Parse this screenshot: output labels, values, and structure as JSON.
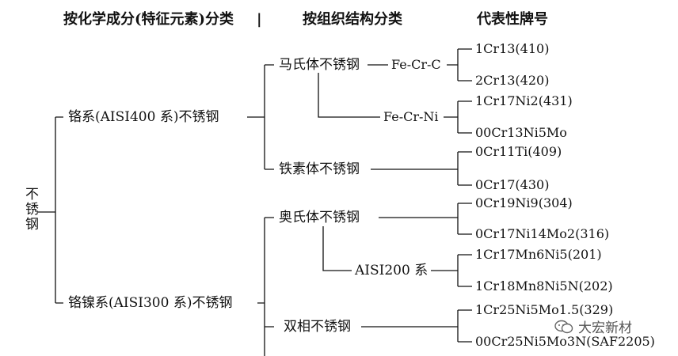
{
  "headers": {
    "by_composition": "按化学成分(特征元素)分类",
    "divider": "|",
    "by_structure": "按组织结构分类",
    "grades": "代表性牌号"
  },
  "root": "不锈钢",
  "composition_groups": {
    "chromium": "铬系(AISI400 系)不锈钢",
    "chromium_nickel": "铬镍系(AISI300 系)不锈钢"
  },
  "structures": {
    "martensitic": "马氏体不锈钢",
    "ferritic": "铁素体不锈钢",
    "austenitic": "奥氏体不锈钢",
    "aisi200": "AISI200 系",
    "duplex": "双相不锈钢"
  },
  "subtypes": {
    "fe_cr_c": "Fe-Cr-C",
    "fe_cr_ni": "Fe-Cr-Ni"
  },
  "grades": {
    "g1": "1Cr13(410)",
    "g2": "2Cr13(420)",
    "g3": "1Cr17Ni2(431)",
    "g4": "00Cr13Ni5Mo",
    "g5": "0Cr11Ti(409)",
    "g6": "0Cr17(430)",
    "g7": "0Cr19Ni9(304)",
    "g8": "0Cr17Ni14Mo2(316)",
    "g9": "1Cr17Mn6Ni5(201)",
    "g10": "1Cr18Mn8Ni5N(202)",
    "g11": "1Cr25Ni5Mo1.5(329)",
    "g12": "00Cr25Ni5Mo3N(SAF2205)"
  },
  "watermark": "大宏新材"
}
